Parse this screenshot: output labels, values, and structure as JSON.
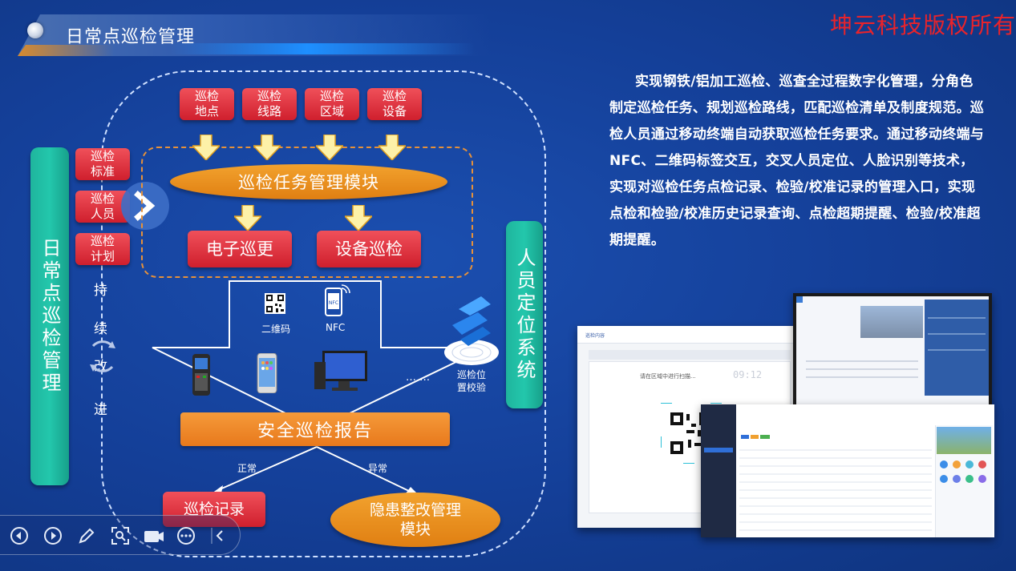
{
  "title": "日常点巡检管理",
  "watermark": "坤云科技版权所有",
  "left_bar": "日常点巡检管理",
  "right_bar": "人员定位系统",
  "top_boxes": [
    "巡检\n地点",
    "巡检\n线路",
    "巡检\n区域",
    "巡检\n设备"
  ],
  "left_boxes": [
    "巡检\n标准",
    "巡检\n人员",
    "巡检\n计划"
  ],
  "task_module": "巡检任务管理模块",
  "sub_modules": [
    "电子巡更",
    "设备巡检"
  ],
  "continuous_improvement": [
    "持",
    "续",
    "改",
    "进"
  ],
  "icons": {
    "qr_label": "二维码",
    "nfc_label": "NFC",
    "nfc_phone_text": "NFC",
    "ellipsis": "… …",
    "position_label": "巡检位\n置校验"
  },
  "report": "安全巡检报告",
  "branch_labels": {
    "normal": "正常",
    "abnormal": "异常"
  },
  "record_box": "巡检记录",
  "hazard_module": "隐患整改管理\n模块",
  "description": "实现钢铁/铝加工巡检、巡查全过程数字化管理，分角色制定巡检任务、规划巡检路线，匹配巡检清单及制度规范。巡检人员通过移动终端自动获取巡检任务要求。通过移动终端与NFC、二维码标签交互，交叉人员定位、人脸识别等技术，实现对巡检任务点检记录、检验/校准记录的管理入口，实现点检和检验/校准历史记录查询、点检超期提醒、检验/校准超期提醒。",
  "screens": {
    "scan_prompt": "请在区域中进行扫描...",
    "clock": "09:12",
    "scan_title": "巡检内容"
  },
  "colors": {
    "background": "#143f98",
    "red": "#d8283a",
    "teal": "#1fb59d",
    "orange": "#e8851c",
    "watermark": "#e8232b"
  }
}
